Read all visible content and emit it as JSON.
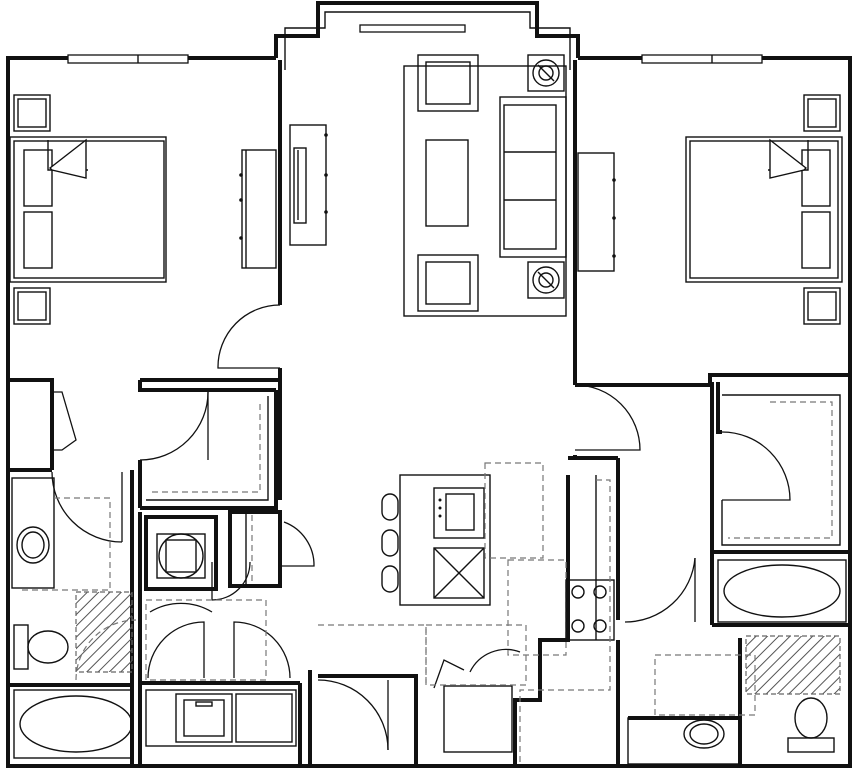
{
  "plan": {
    "rooms": [
      {
        "id": "bedroom-left",
        "label": ""
      },
      {
        "id": "living-room",
        "label": ""
      },
      {
        "id": "bedroom-right",
        "label": ""
      },
      {
        "id": "kitchen",
        "label": ""
      },
      {
        "id": "bath-left",
        "label": ""
      },
      {
        "id": "bath-right",
        "label": ""
      },
      {
        "id": "laundry",
        "label": ""
      },
      {
        "id": "walk-in-closet-left",
        "label": ""
      },
      {
        "id": "walk-in-closet-right",
        "label": ""
      }
    ],
    "fixtures": [
      "bed",
      "bed",
      "sofa",
      "armchair",
      "armchair",
      "coffee-table",
      "lamp-table",
      "lamp-table",
      "desk",
      "dresser",
      "dresser",
      "bar-stool",
      "bar-stool",
      "bar-stool",
      "sink",
      "cooktop",
      "range",
      "refrigerator",
      "washer",
      "dryer",
      "water-heater",
      "bathtub",
      "bathtub",
      "toilet",
      "toilet",
      "vanity-sink",
      "vanity-sink"
    ]
  }
}
